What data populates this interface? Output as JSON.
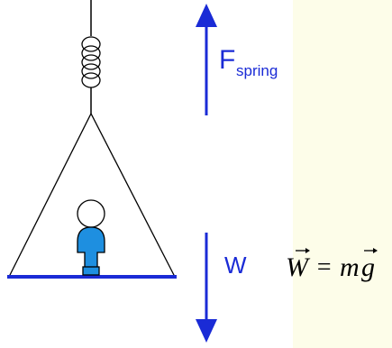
{
  "colors": {
    "background": "#fdfde9",
    "panel": "#ffffff",
    "line": "#000000",
    "force_arrow": "#1a2bd6",
    "platform": "#1a2bd6",
    "person_body": "#1e8fe0",
    "person_head": "#ffffff"
  },
  "labels": {
    "spring_force_main": "F",
    "spring_force_sub": "spring",
    "weight": "W"
  },
  "equation": {
    "lhs": "W",
    "equals": "=",
    "m": "m",
    "g": "g"
  },
  "icons": {
    "spring": "coil-spring-icon",
    "person": "person-figure-icon"
  }
}
